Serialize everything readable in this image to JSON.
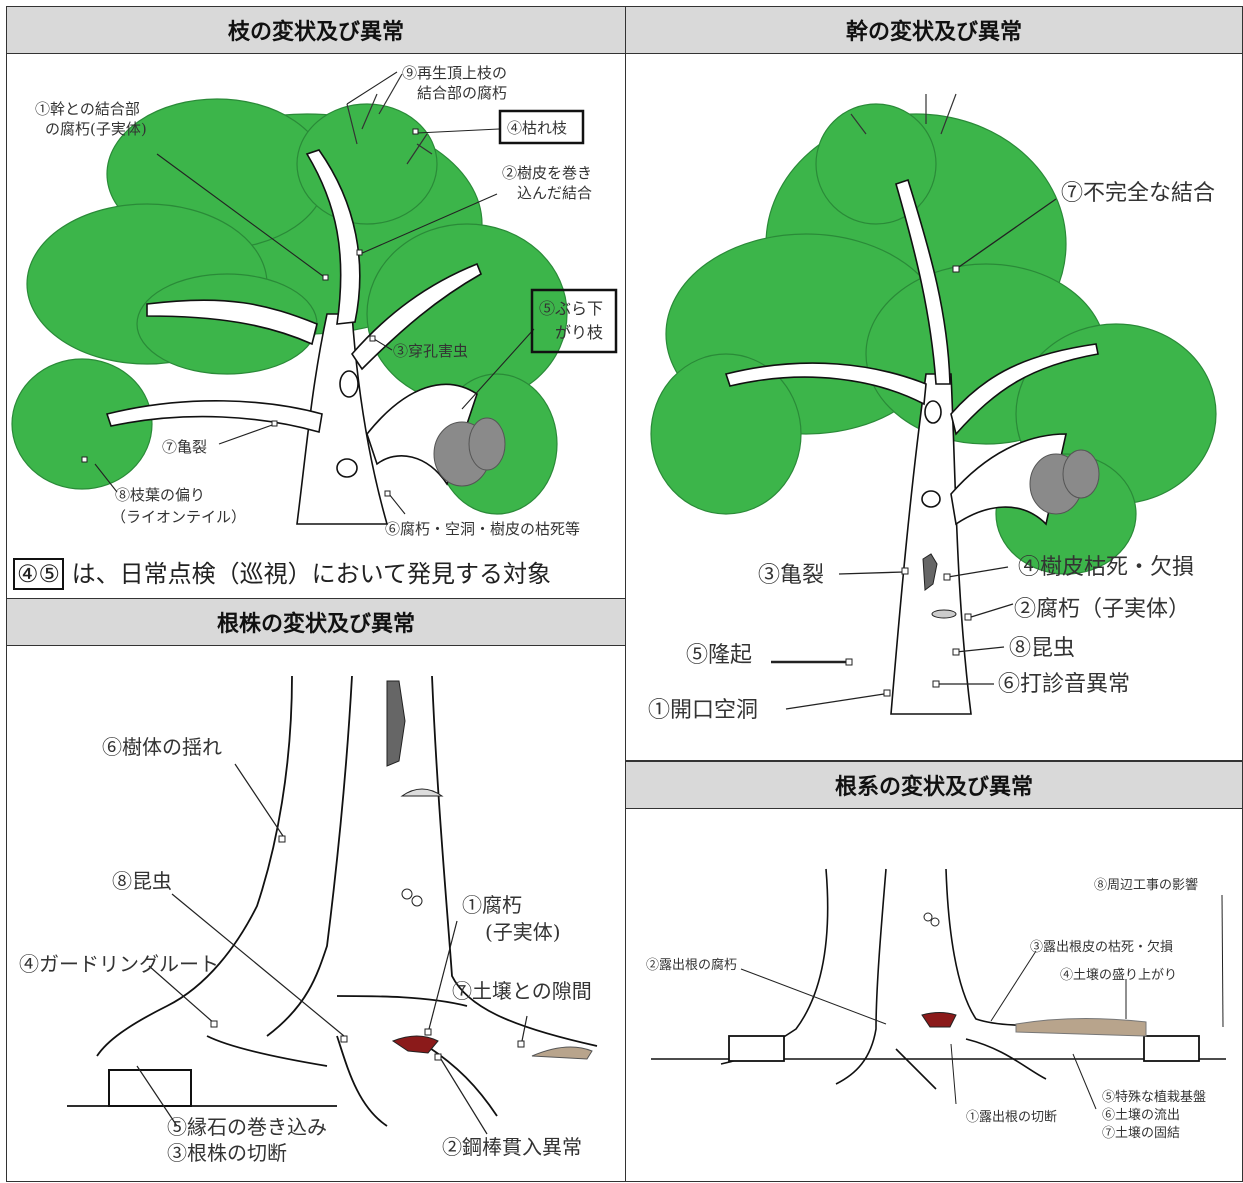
{
  "panels": {
    "branch": {
      "title": "枝の変状及び異常",
      "labels": {
        "l1a": "①幹との結合部",
        "l1b": "の腐朽(子実体)",
        "l9a": "⑨再生頂上枝の",
        "l9b": "結合部の腐朽",
        "l4": "④枯れ枝",
        "l2a": "②樹皮を巻き",
        "l2b": "込んだ結合",
        "l5a": "⑤ぶら下",
        "l5b": "がり枝",
        "l3": "③穿孔害虫",
        "l7": "⑦亀裂",
        "l8a": "⑧枝葉の偏り",
        "l8b": "（ライオンテイル）",
        "l6": "⑥腐朽・空洞・樹皮の枯死等"
      },
      "note_boxed": "④⑤",
      "note_text": "は、日常点検（巡視）において発見する対象"
    },
    "trunk": {
      "title": "幹の変状及び異常",
      "labels": {
        "l7": "⑦不完全な結合",
        "l3": "③亀裂",
        "l4": "④樹皮枯死・欠損",
        "l2": "②腐朽（子実体）",
        "l5": "⑤隆起",
        "l8": "⑧昆虫",
        "l6": "⑥打診音異常",
        "l1": "①開口空洞"
      }
    },
    "rootstock": {
      "title": "根株の変状及び異常",
      "labels": {
        "l6": "⑥樹体の揺れ",
        "l8": "⑧昆虫",
        "l1a": "①腐朽",
        "l1b": "(子実体)",
        "l4": "④ガードリングルート",
        "l7": "⑦土壌との隙間",
        "l5": "⑤縁石の巻き込み",
        "l3": "③根株の切断",
        "l2": "②鋼棒貫入異常"
      }
    },
    "roots": {
      "title": "根系の変状及び異常",
      "labels": {
        "l9": "⑧周辺工事の影響",
        "l2": "②露出根の腐朽",
        "l3": "③露出根皮の枯死・欠損",
        "l4": "④土壌の盛り上がり",
        "l5": "⑤特殊な植栽基盤",
        "l6": "⑥土壌の流出",
        "l7": "⑦土壌の固結",
        "l1": "①露出根の切断"
      }
    }
  },
  "colors": {
    "foliage": "#3cb54a",
    "foliage_dark": "#2a8a38",
    "dead_foliage": "#8a8a8a",
    "decay": "#8b1a1a",
    "soil": "#b8a48c",
    "header_bg": "#d9d9d9"
  }
}
